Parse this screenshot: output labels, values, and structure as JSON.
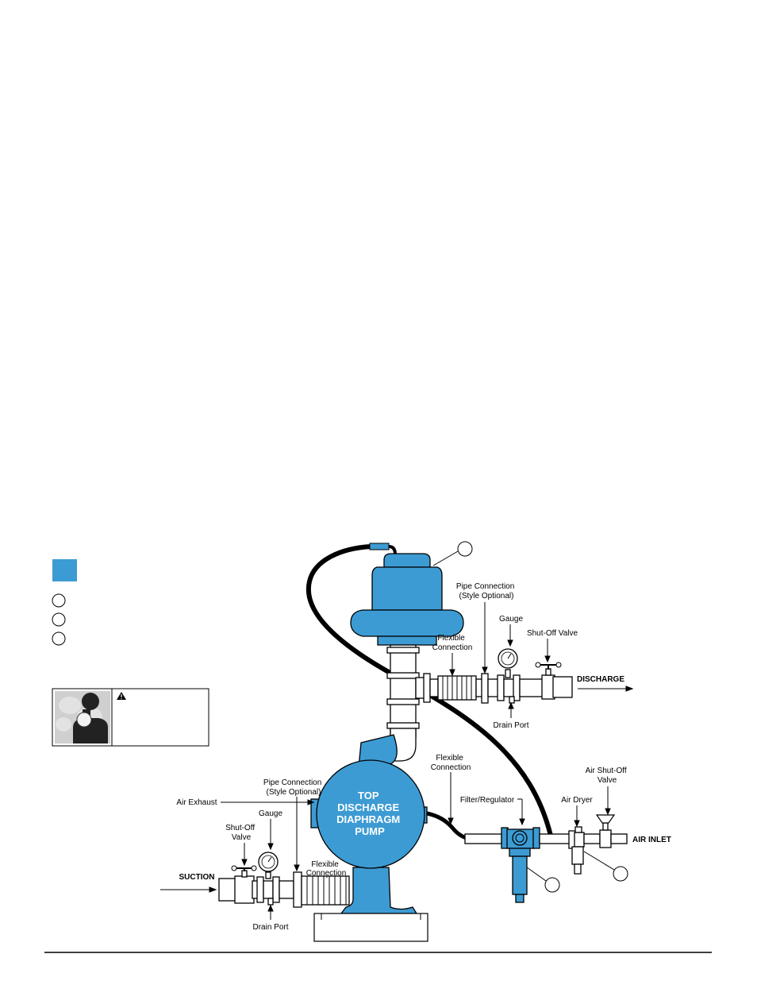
{
  "diagram": {
    "pump_label": [
      "TOP",
      "DISCHARGE",
      "DIAPHRAGM",
      "PUMP"
    ],
    "labels": {
      "pipe_connection_top": [
        "Pipe Connection",
        "(Style Optional)"
      ],
      "gauge_top": "Gauge",
      "shutoff_top": "Shut-Off Valve",
      "flexible_top": [
        "Flexible",
        "Connection"
      ],
      "discharge": "DISCHARGE",
      "drain_port_top": "Drain Port",
      "flexible_air": [
        "Flexible",
        "Connection"
      ],
      "air_shutoff": [
        "Air Shut-Off",
        "Valve"
      ],
      "filter_regulator": "Filter/Regulator",
      "air_dryer": "Air Dryer",
      "air_inlet": "AIR INLET",
      "pipe_connection_bottom": [
        "Pipe Connection",
        "(Style Optional)"
      ],
      "air_exhaust": "Air Exhaust",
      "gauge_bottom": "Gauge",
      "shutoff_bottom": [
        "Shut-Off",
        "Valve"
      ],
      "flexible_bottom": [
        "Flexible",
        "Connection"
      ],
      "suction": "SUCTION",
      "drain_port_bottom": "Drain Port"
    }
  },
  "colors": {
    "pump_blue": "#3d9bd4"
  }
}
